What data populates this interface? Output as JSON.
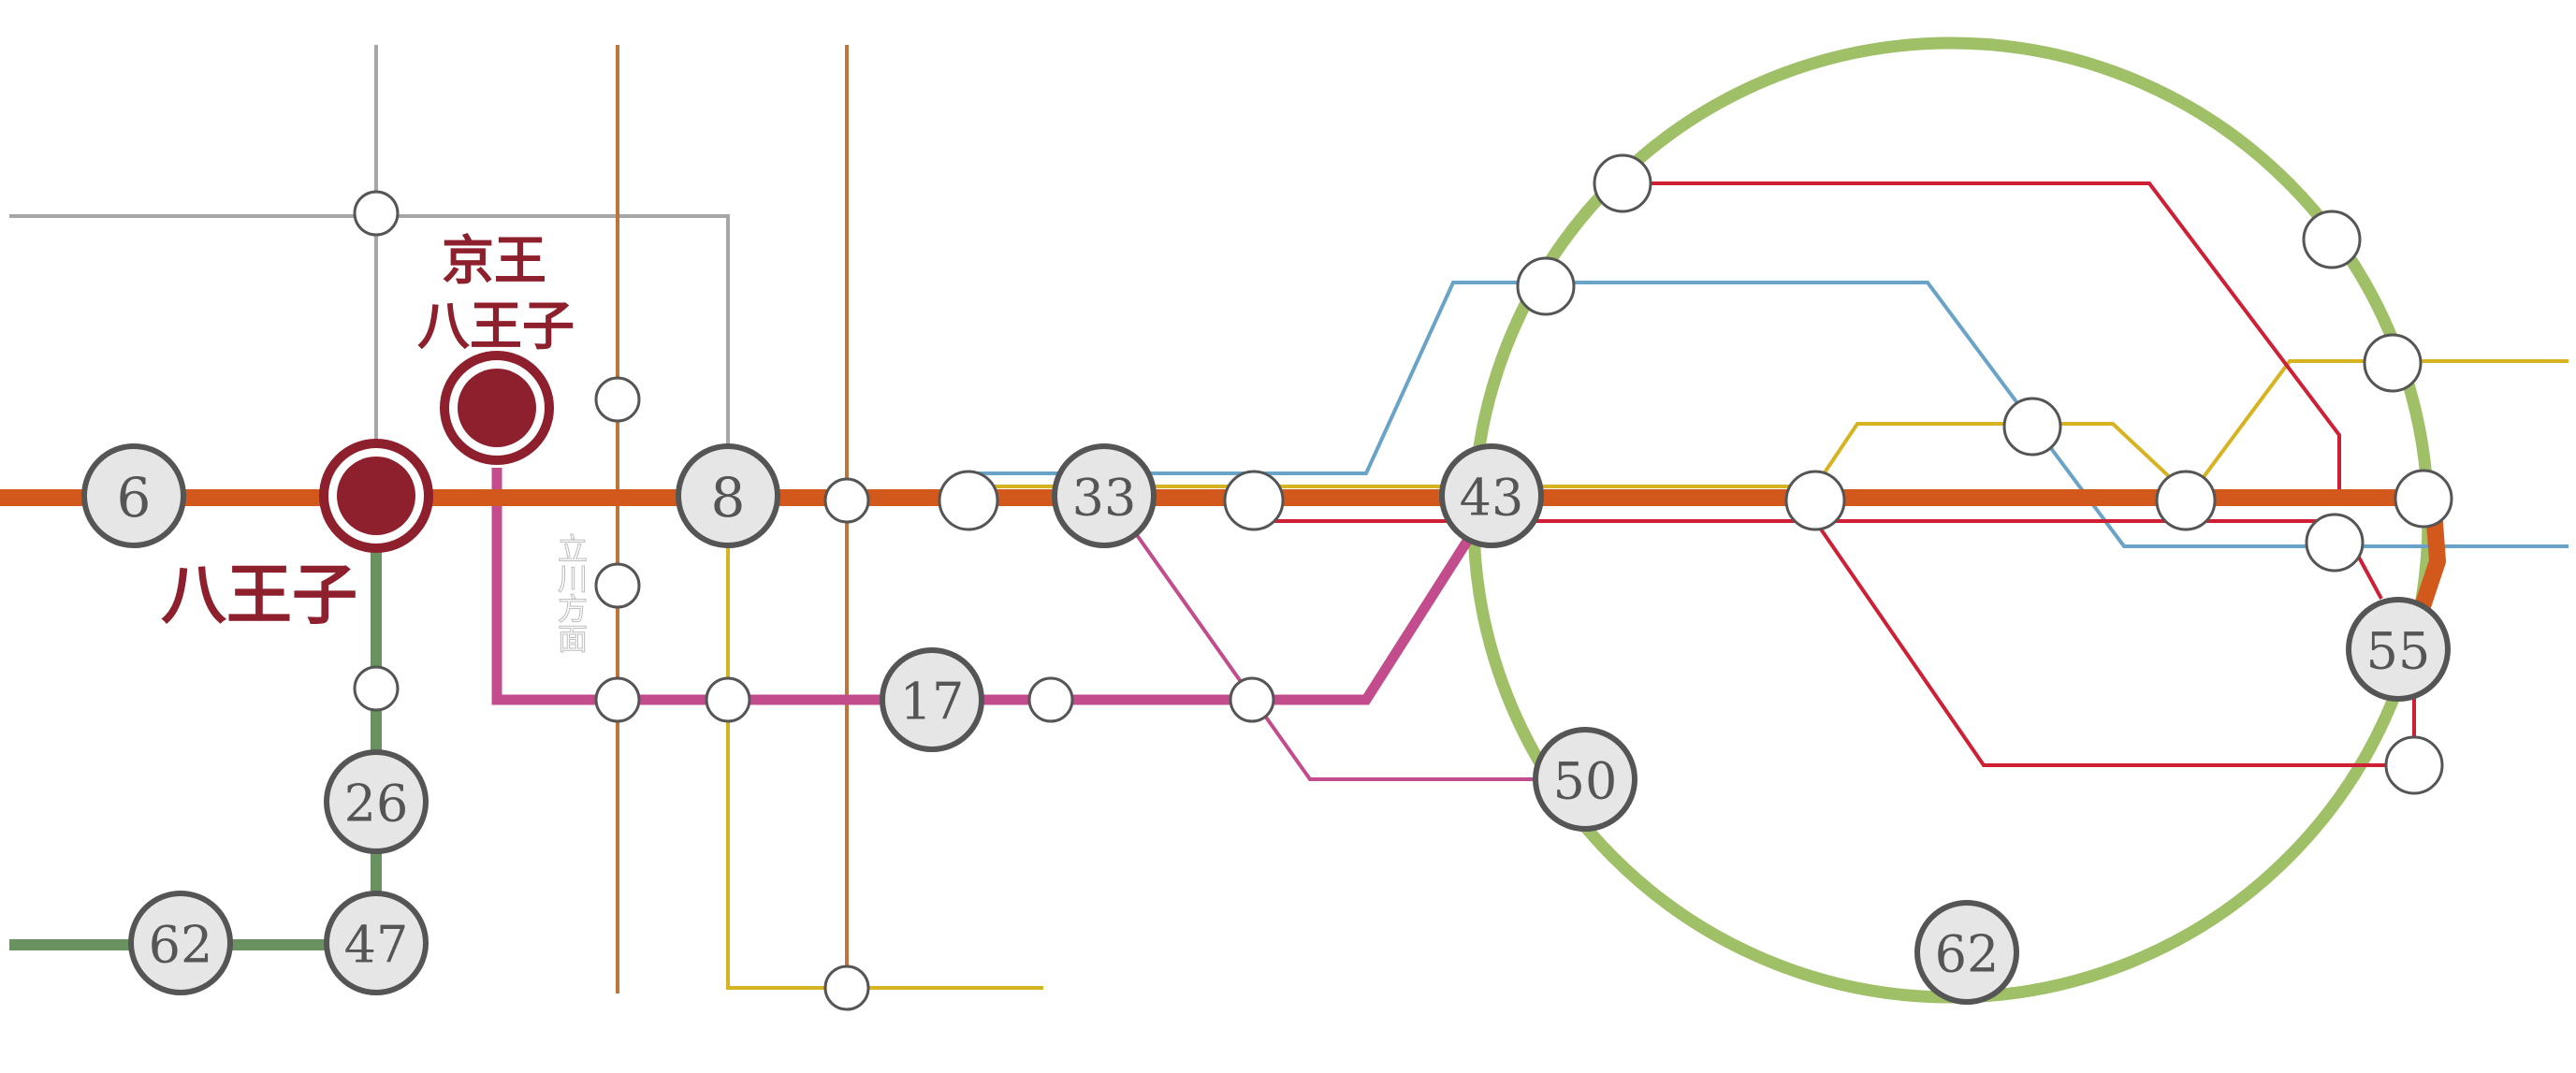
{
  "colors": {
    "orange_main": "#d2581c",
    "green_loop": "#a0c068",
    "dark_green": "#6a9260",
    "grey": "#a6a6a6",
    "brown": "#c0733a",
    "yellow": "#d8b321",
    "magenta": "#c34c8c",
    "blue": "#6aa3c8",
    "red": "#cf1f35",
    "badge_fill": "#e6e6e6",
    "badge_stroke": "#555555",
    "station_maroon": "#8e1f2c"
  },
  "stations": {
    "hachioji": "八王子",
    "keio_hachioji_line1": "京王",
    "keio_hachioji_line2": "八王子"
  },
  "vertical_label": "立川方面",
  "route_badges": {
    "b6": "6",
    "b8": "8",
    "b17": "17",
    "b26": "26",
    "b33": "33",
    "b43": "43",
    "b47": "47",
    "b50": "50",
    "b55": "55",
    "b62_left": "62",
    "b62_right": "62"
  }
}
